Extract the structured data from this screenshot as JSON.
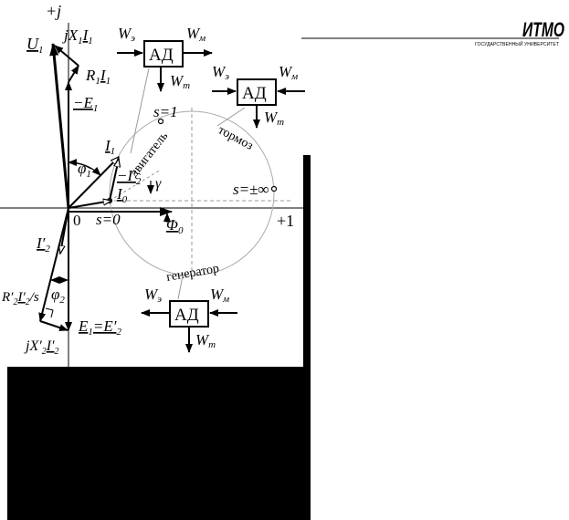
{
  "logo": {
    "name": "ИТМО",
    "subtitle": "ГОСУДАРСТВЕННЫЙ УНИВЕРСИТЕТ"
  },
  "axes": {
    "imag": "+j",
    "real": "+1",
    "origin": "0"
  },
  "vectors": {
    "u1": "U",
    "u1_sub": "1",
    "jx1i1": "jX",
    "jx1i1_sub1": "1",
    "jx1i1_i": "I",
    "jx1i1_sub2": "1",
    "r1i1": "R",
    "r1i1_sub1": "1",
    "r1i1_i": "I",
    "r1i1_sub2": "1",
    "minus_e1": "−E",
    "minus_e1_sub": "1",
    "i1": "I",
    "i1_sub": "1",
    "phi1": "φ",
    "phi1_sub": "1",
    "minus_i2p": "−I′",
    "minus_i2p_sub": "2",
    "gamma": "γ",
    "i0": "I",
    "i0_sub": "0",
    "phi0": "Φ",
    "phi0_sub": "0",
    "i2p": "I′",
    "i2p_sub": "2",
    "phi2": "φ",
    "phi2_sub": "2",
    "r2i2s": "R′",
    "r2i2s_sub1": "2",
    "r2i2s_i": "I′",
    "r2i2s_sub2": "2",
    "r2i2s_tail": "/s",
    "jx2i2": "jX′",
    "jx2i2_sub1": "2",
    "jx2i2_i": "I′",
    "jx2i2_sub2": "2",
    "e1e2": "E",
    "e1e2_sub1": "1",
    "e1e2_eq": "=E′",
    "e1e2_sub2": "2"
  },
  "circle_labels": {
    "s1": "s=1",
    "s0": "s=0",
    "sinf": "s=±∞",
    "motor": "двигатель",
    "brake": "тормоз",
    "generator": "генератор"
  },
  "blocks": {
    "label": "АД",
    "we": "W",
    "we_sub": "э",
    "wm": "W",
    "wm_sub": "м",
    "wt": "W",
    "wt_sub": "т"
  }
}
